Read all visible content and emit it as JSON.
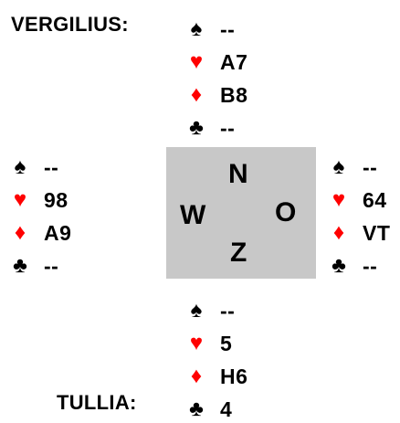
{
  "colors": {
    "red_suit": "#ff0000",
    "black_suit": "#000000",
    "compass_bg": "#c8c8c8"
  },
  "suit_icons": {
    "spade": "spade-icon",
    "heart": "heart-icon",
    "diamond": "diamond-icon",
    "club": "club-icon"
  },
  "north": {
    "player": "VERGILIUS:",
    "spades": "--",
    "hearts": "A7",
    "diamonds": "B8",
    "clubs": "--"
  },
  "west": {
    "spades": "--",
    "hearts": "98",
    "diamonds": "A9",
    "clubs": "--"
  },
  "east": {
    "spades": "--",
    "hearts": "64",
    "diamonds": "VT",
    "clubs": "--"
  },
  "south": {
    "player": "TULLIA:",
    "spades": "--",
    "hearts": "5",
    "diamonds": "H6",
    "clubs": "4"
  },
  "compass": {
    "n": "N",
    "w": "W",
    "o": "O",
    "z": "Z"
  }
}
